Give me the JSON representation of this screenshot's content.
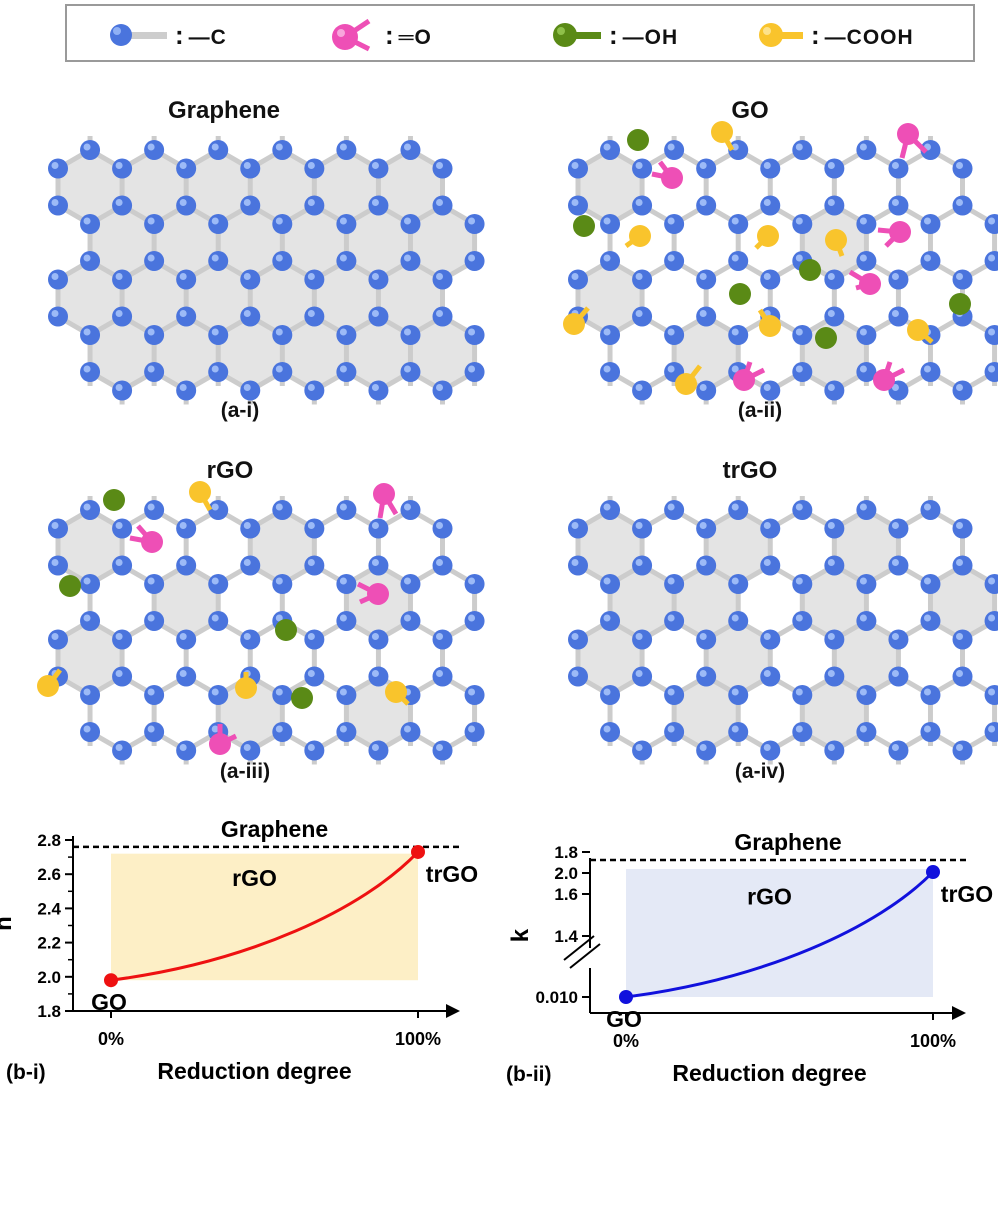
{
  "legend": {
    "items": [
      {
        "symbol": "carbon",
        "label": "—C",
        "color": "#4a74dd"
      },
      {
        "symbol": "carbonyl",
        "label": "═O",
        "color": "#ee4fb6"
      },
      {
        "symbol": "hydroxyl",
        "label": "—OH",
        "color": "#5a8a16"
      },
      {
        "symbol": "carboxyl",
        "label": "—COOH",
        "color": "#f9c42c"
      }
    ]
  },
  "panels": [
    {
      "title": "Graphene",
      "caption": "(a-i)"
    },
    {
      "title": "GO",
      "caption": "(a-ii)"
    },
    {
      "title": "rGO",
      "caption": "(a-iii)"
    },
    {
      "title": "trGO",
      "caption": "(a-iv)"
    }
  ],
  "colors": {
    "carbon": "#4a74dd",
    "bond": "#cccccc",
    "hex_fill": "#e4e4e4",
    "carbonyl": "#ee4fb6",
    "hydroxyl": "#5a8a16",
    "carboxyl": "#f9c42c",
    "n_curve": "#ee1111",
    "n_band": "#fdefc6",
    "k_curve": "#1111dd",
    "k_band": "#e4e9f6"
  },
  "chart_data": [
    {
      "type": "line",
      "panel_label": "(b-i)",
      "xlabel": "Reduction degree",
      "ylabel": "n",
      "x_ticks": [
        "0%",
        "100%"
      ],
      "y_ticks": [
        "1.8",
        "2.0",
        "2.2",
        "2.4",
        "2.6",
        "2.8"
      ],
      "ylim": [
        1.8,
        2.8
      ],
      "reference_line": {
        "label": "Graphene",
        "value": 2.76
      },
      "band_label": "rGO",
      "start_label": "GO",
      "end_label": "trGO",
      "points": [
        {
          "x": 0,
          "y": 1.98
        },
        {
          "x": 100,
          "y": 2.73
        }
      ]
    },
    {
      "type": "line",
      "panel_label": "(b-ii)",
      "xlabel": "Reduction degree",
      "ylabel": "k",
      "x_ticks": [
        "0%",
        "100%"
      ],
      "y_ticks": [
        "0.010",
        "1.4",
        "1.6",
        "1.8",
        "2.0"
      ],
      "axis_break": true,
      "reference_line": {
        "label": "Graphene",
        "value": 2.06
      },
      "band_label": "rGO",
      "start_label": "GO",
      "end_label": "trGO",
      "points": [
        {
          "x": 0,
          "y": 0.01
        },
        {
          "x": 100,
          "y": 2.01
        }
      ]
    }
  ]
}
